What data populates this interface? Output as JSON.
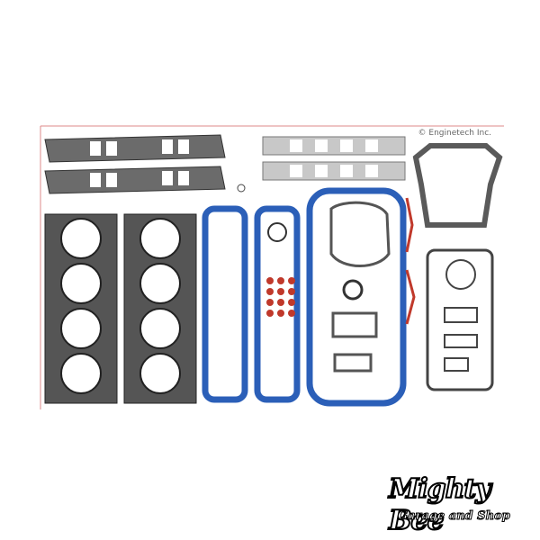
{
  "copyright": "© Enginetech Inc.",
  "logo": {
    "title": "Mighty Bee",
    "subtitle": "Garage and Shop"
  },
  "colors": {
    "frame": "#b22222",
    "graphite": "#5a5a5a",
    "blue_gasket": "#2b5fb8",
    "red_seal": "#c0392b"
  }
}
